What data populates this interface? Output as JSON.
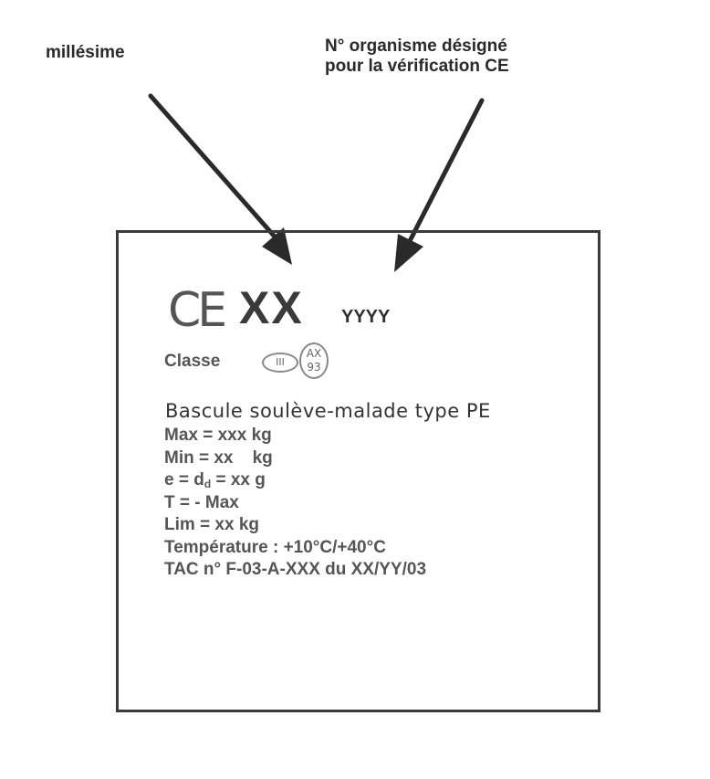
{
  "labels": {
    "millesime": "millésime",
    "organisme_line1": "N° organisme désigné",
    "organisme_line2": "pour la vérification CE"
  },
  "plate": {
    "ce_mark": "CE",
    "xx": "XX",
    "yyyy": "YYYY",
    "classe_label": "Classe",
    "class_symbol": "III",
    "ax_line1": "AX",
    "ax_line2": "93",
    "type_line": "Bascule soulève-malade type PE",
    "max": "Max = xxx kg",
    "min": "Min = xx    kg",
    "e_prefix": "e = d",
    "e_sub": "d",
    "e_suffix": " = xx g",
    "tare": "T = - Max",
    "lim": "Lim = xx kg",
    "temperature": "Température : +10°C/+40°C",
    "tac": "TAC n° F-03-A-XXX du XX/YY/03"
  },
  "colors": {
    "border": "#3a3a3a",
    "arrow": "#2a2a2a",
    "text_grey": "#555555"
  }
}
